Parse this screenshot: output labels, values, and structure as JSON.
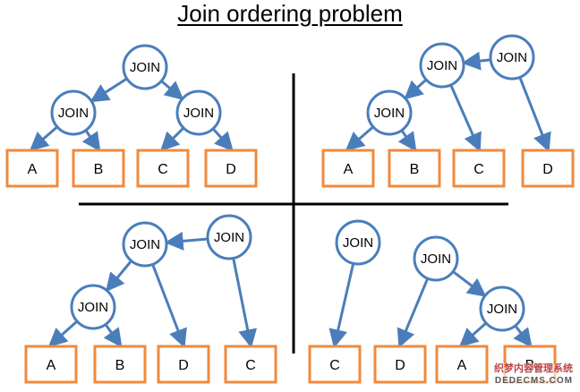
{
  "title": "Join ordering problem",
  "colors": {
    "edge": "#4a7ebb",
    "node_fill": "#ffffff",
    "leaf": "#f08a3c",
    "divider": "#000000"
  },
  "join_label": "JOIN",
  "quadrants": [
    {
      "leaves": [
        "A",
        "B",
        "C",
        "D"
      ]
    },
    {
      "leaves": [
        "A",
        "B",
        "C",
        "D"
      ]
    },
    {
      "leaves": [
        "A",
        "B",
        "D",
        "C"
      ]
    },
    {
      "leaves": [
        "C",
        "D",
        "A",
        "B"
      ]
    }
  ],
  "watermark": {
    "line1": "织梦内容管理系统",
    "line2": "DEDECMS.COM"
  }
}
